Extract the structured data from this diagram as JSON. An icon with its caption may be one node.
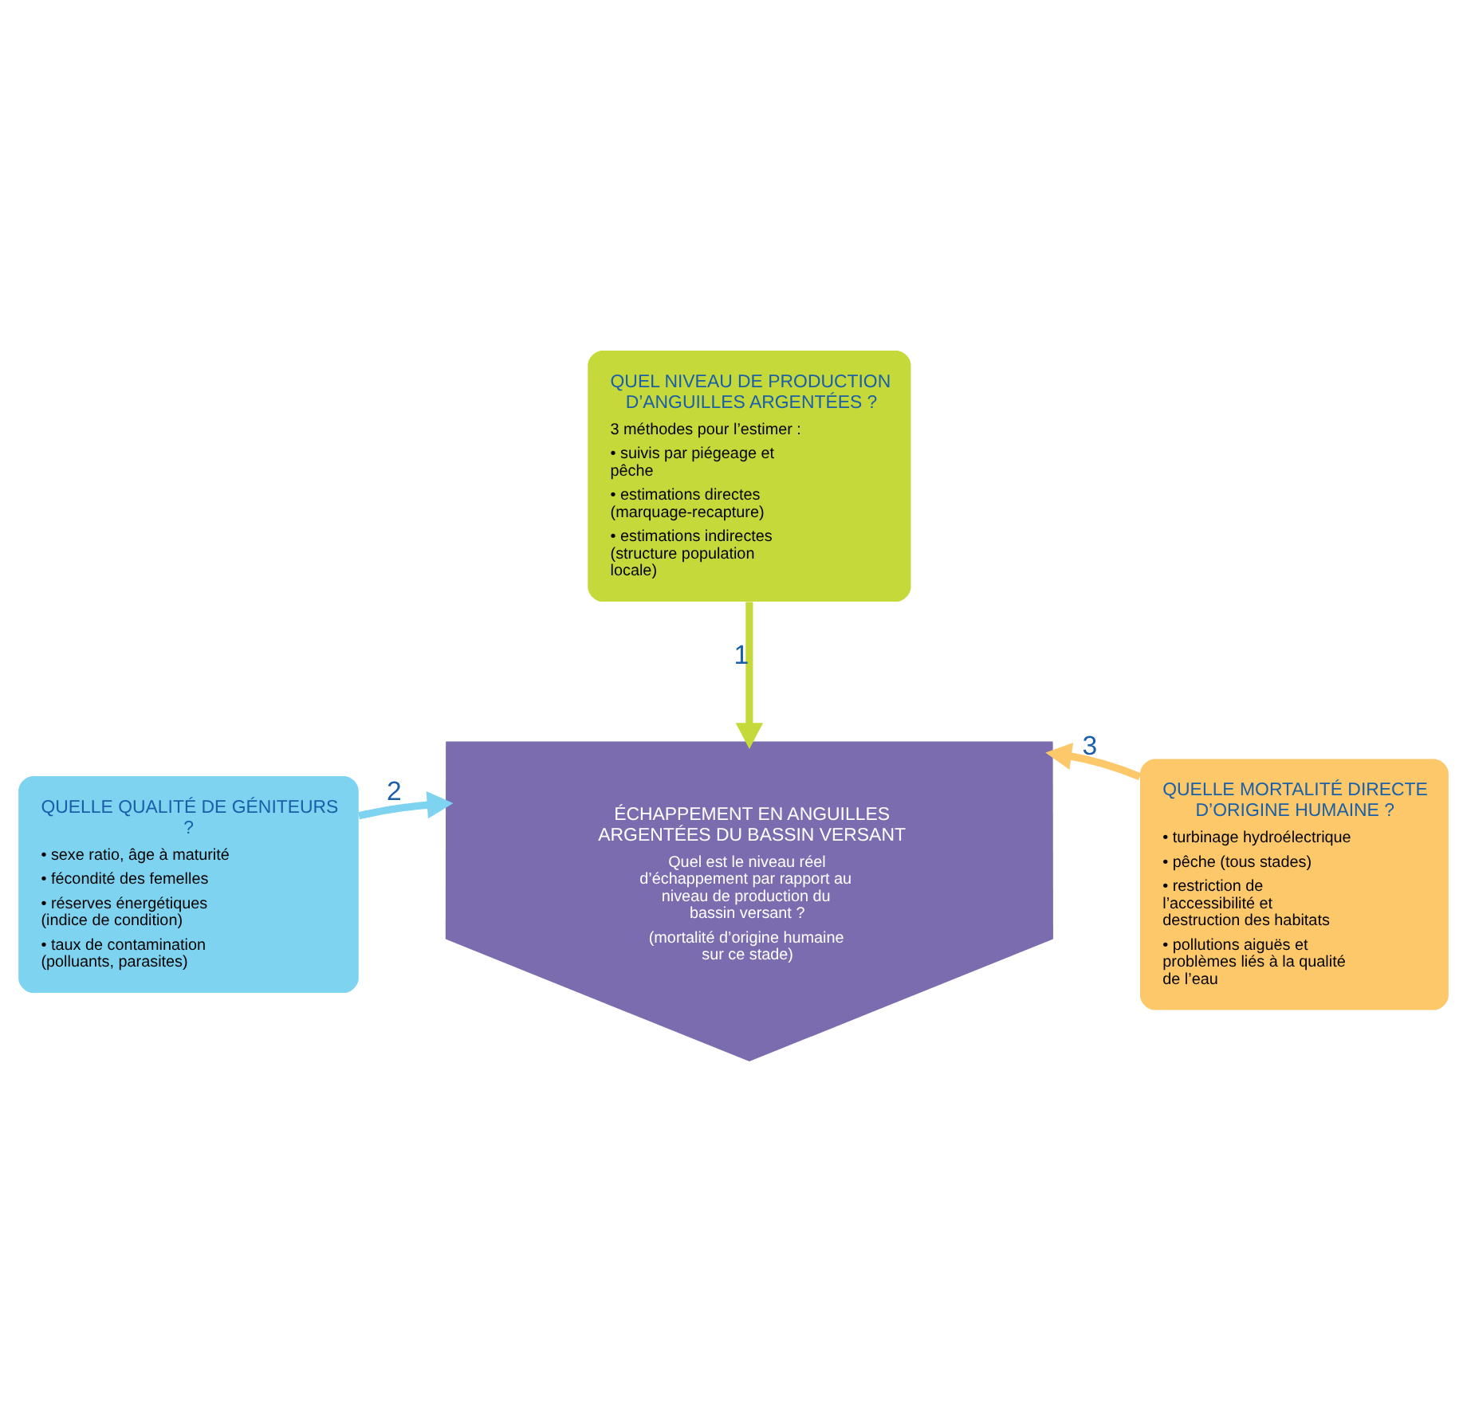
{
  "diagram": {
    "nodes": [
      {
        "text": [
          "QUEL NIVEAU DE PRODUCTION D’ANGUILLES ARGENTÉES ?",
          "3 méthodes pour l’estimer :",
          "• suivis par piégeage et pêche",
          "• estimations directes (marquage-recapture)",
          "• estimations indirectes (structure population locale)"
        ]
      },
      {
        "text": [
          "QUELLE QUALITÉ DE GÉNITEURS ?",
          "• sexe ratio, âge à maturité",
          "• fécondité des femelles",
          "• réserves énergétiques (indice de condition)",
          "• taux de contamination (polluants, parasites)"
        ]
      },
      {
        "text": [
          "ÉCHAPPEMENT EN ANGUILLES ARGENTÉES DU BASSIN VERSANT",
          "Quel est le niveau réel d’échappement par rapport au niveau de production du bassin versant ?",
          "(mortalité d’origine humaine sur ce stade)"
        ]
      },
      {
        "text": [
          "QUELLE MORTALITÉ DIRECTE D’ORIGINE HUMAINE ?",
          "• turbinage hydroélectrique",
          "• pêche (tous stades)",
          "• restriction de l’accessibilité et destruction des habitats",
          "• pollutions aiguës et problèmes liés à la qualité de l’eau"
        ]
      }
    ],
    "edges": [
      {
        "from": 0,
        "to": 2,
        "arrow": "to",
        "label": "1",
        "color": "#c5d93a"
      },
      {
        "from": 1,
        "to": 2,
        "arrow": "to",
        "label": "2",
        "color": "#7dd3f0"
      },
      {
        "from": 3,
        "to": 2,
        "arrow": "to",
        "label": "3",
        "color": "#fcc86a"
      }
    ]
  }
}
